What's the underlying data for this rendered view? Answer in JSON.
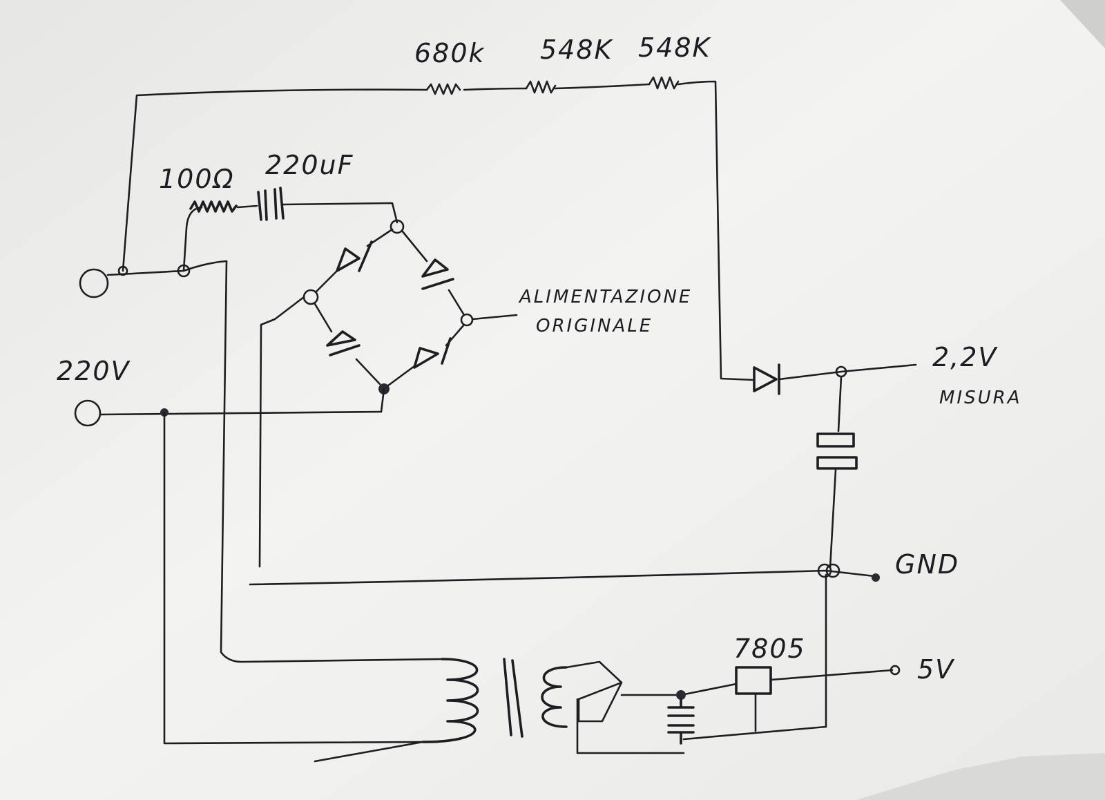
{
  "labels": {
    "r_680k": "680k",
    "r_548k_1": "548K",
    "r_548k_2": "548K",
    "r_100": "100Ω",
    "c_220uf": "220uF",
    "v_220": "220V",
    "alim_1": "ALIMENTAZIONE",
    "alim_2": "ORIGINALE",
    "v_22": "2,2V",
    "misura": "MISURA",
    "gnd": "GND",
    "reg_7805": "7805",
    "v_5": "5V"
  },
  "colors": {
    "paper": "#f0f0ee",
    "ink": "#1e1e22",
    "background": "#d9d9d7"
  }
}
